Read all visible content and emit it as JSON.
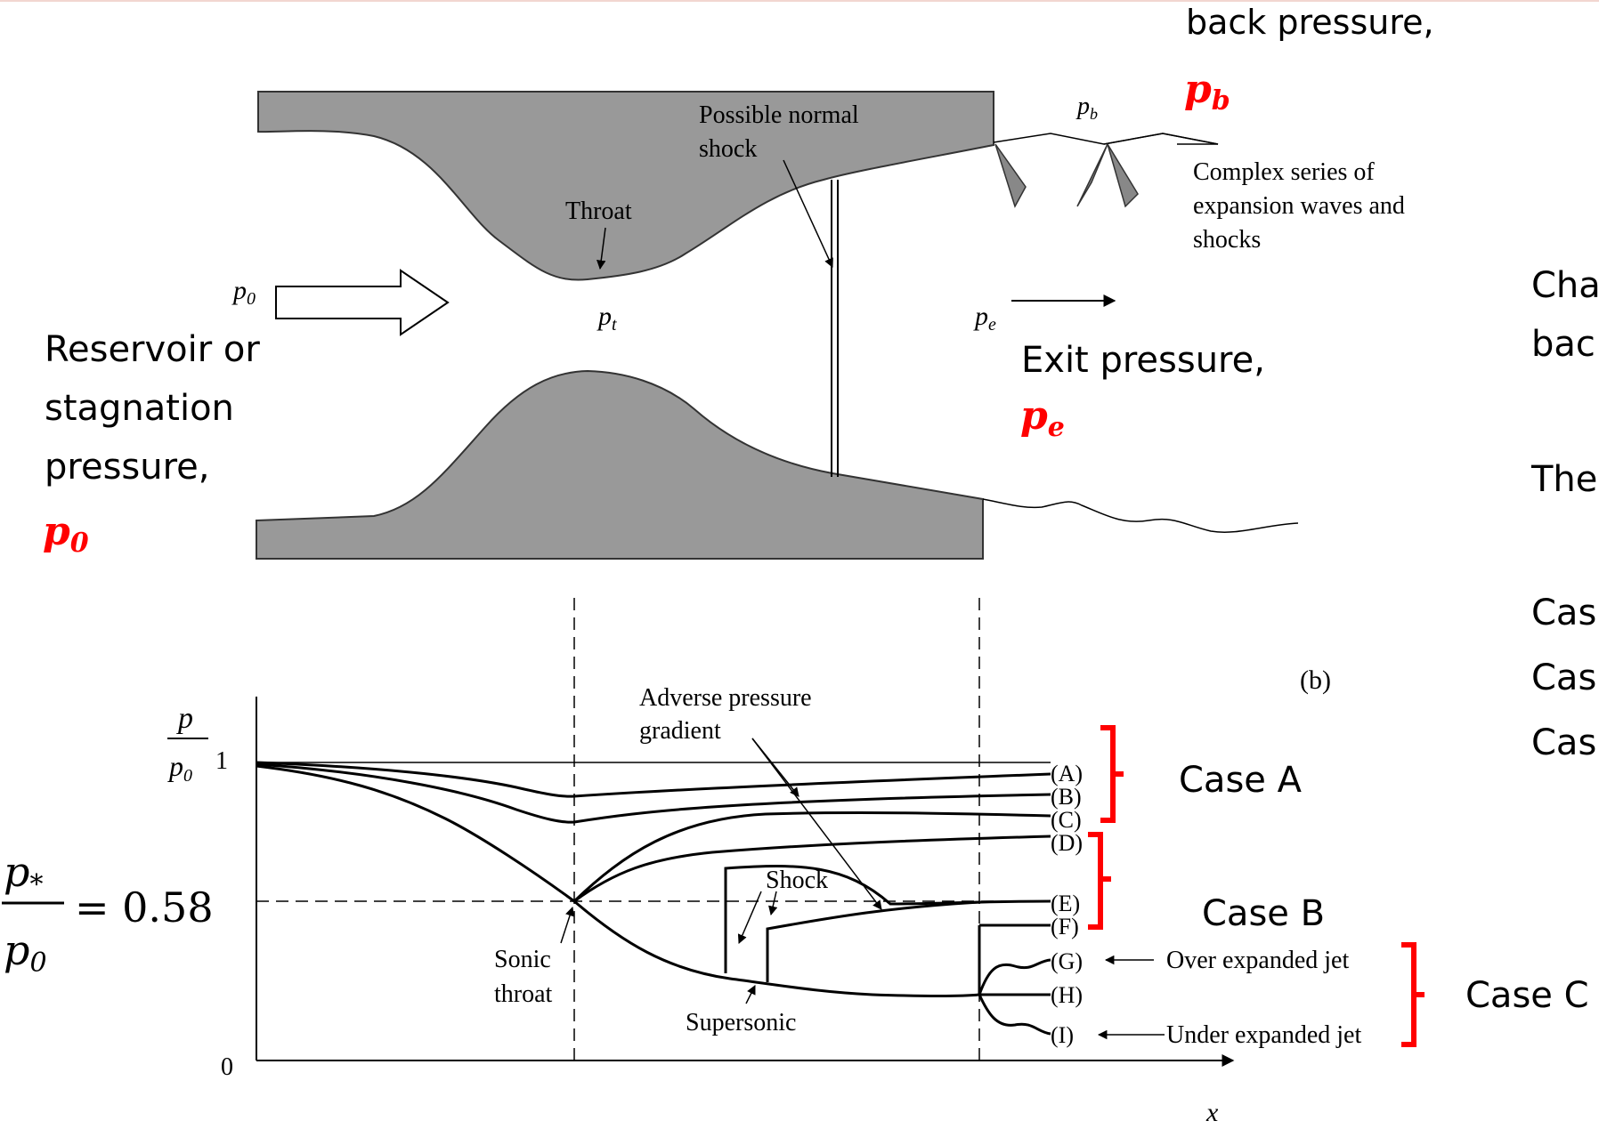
{
  "labels": {
    "back_pressure": "back pressure,",
    "pb_sym_red": "p",
    "pb_sub_red": "b",
    "pb_fig": "p",
    "pb_fig_sub": "b",
    "possible_shock_1": "Possible normal",
    "possible_shock_2": "shock",
    "throat": "Throat",
    "complex_1": "Complex series of",
    "complex_2": "expansion waves and",
    "complex_3": "shocks",
    "p0_fig": "p",
    "p0_fig_sub": "0",
    "pt_fig": "p",
    "pt_fig_sub": "t",
    "pe_fig": "p",
    "pe_fig_sub": "e",
    "reservoir_1": "Reservoir or",
    "reservoir_2": "stagnation",
    "reservoir_3": "pressure,",
    "p0_red": "p",
    "p0_red_sub": "0",
    "exit_pressure": "Exit pressure,",
    "pe_red": "p",
    "pe_red_sub": "e",
    "panel_b": "(b)",
    "adverse_1": "Adverse pressure",
    "adverse_2": "gradient",
    "shock": "Shock",
    "sonic_1": "Sonic",
    "sonic_2": "throat",
    "supersonic": "Supersonic",
    "over_expanded": "Over expanded jet",
    "under_expanded": "Under expanded jet",
    "axis_y_num": "p",
    "axis_y_den": "p",
    "axis_y_den_sub": "0",
    "tick_one": "1",
    "tick_zero": "0",
    "axis_x": "x",
    "ratio_num": "p",
    "ratio_num_sub": "*",
    "ratio_den": "p",
    "ratio_den_sub": "0",
    "ratio_value": "= 0.58",
    "case_a": "Case A",
    "case_b": "Case B",
    "case_c": "Case C",
    "right_cut_1": "Cha",
    "right_cut_2": "bac",
    "right_cut_3": "The",
    "right_cut_4": "Cas",
    "right_cut_5": "Cas",
    "right_cut_6": "Cas"
  },
  "curves": [
    {
      "label": "(A)"
    },
    {
      "label": "(B)"
    },
    {
      "label": "(C)"
    },
    {
      "label": "(D)"
    },
    {
      "label": "(E)"
    },
    {
      "label": "(F)"
    },
    {
      "label": "(G)"
    },
    {
      "label": "(H)"
    },
    {
      "label": "(I)"
    }
  ],
  "colors": {
    "nozzle_fill": "#999999",
    "annotation_red": "#ff0000",
    "line": "#000000"
  }
}
